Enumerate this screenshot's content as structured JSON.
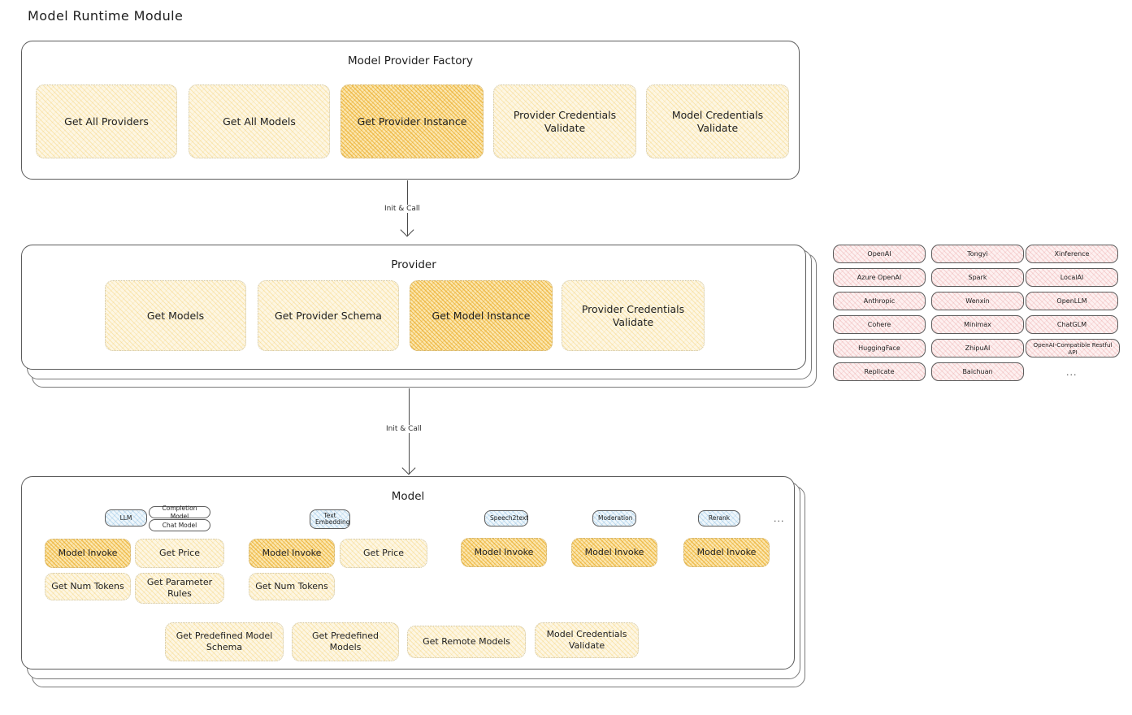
{
  "page": {
    "title": "Model Runtime Module"
  },
  "colors": {
    "amber_light": "#fdf6e3",
    "amber_dark": "#fbe6ae",
    "rose": "#fdf0f0",
    "blue": "#eef6fb",
    "stroke": "#5c5c5c",
    "text": "#1e1e1e"
  },
  "factory": {
    "title": "Model Provider Factory",
    "items": [
      {
        "label": "Get All Providers",
        "highlighted": false
      },
      {
        "label": "Get All Models",
        "highlighted": false
      },
      {
        "label": "Get Provider Instance",
        "highlighted": true
      },
      {
        "label": "Provider Credentials Validate",
        "highlighted": false
      },
      {
        "label": "Model Credentials Validate",
        "highlighted": false
      }
    ]
  },
  "arrow_factory_to_provider": {
    "label": "Init & Call"
  },
  "provider": {
    "title": "Provider",
    "items": [
      {
        "label": "Get Models",
        "highlighted": false
      },
      {
        "label": "Get Provider Schema",
        "highlighted": false
      },
      {
        "label": "Get Model Instance",
        "highlighted": true
      },
      {
        "label": "Provider Credentials Validate",
        "highlighted": false
      }
    ]
  },
  "arrow_provider_to_model": {
    "label": "Init & Call"
  },
  "provider_list": {
    "columns": [
      {
        "chips": [
          "OpenAI",
          "Azure OpenAI",
          "Anthropic",
          "Cohere",
          "HuggingFace",
          "Replicate"
        ]
      },
      {
        "chips": [
          "Tongyi",
          "Spark",
          "Wenxin",
          "Minimax",
          "ZhipuAI",
          "Baichuan"
        ]
      },
      {
        "chips": [
          "Xinference",
          "LocalAI",
          "OpenLLM",
          "ChatGLM",
          "OpenAI-Compatible Restful API"
        ]
      }
    ],
    "more": "..."
  },
  "model": {
    "title": "Model",
    "more": "...",
    "types": [
      {
        "badge": "LLM",
        "badge_style": "blue",
        "sub_badges": [
          "Completion Model",
          "Chat Model"
        ],
        "methods": [
          {
            "label": "Model Invoke",
            "highlighted": true
          },
          {
            "label": "Get Price",
            "highlighted": false
          },
          {
            "label": "Get Num Tokens",
            "highlighted": false
          },
          {
            "label": "Get Parameter Rules",
            "highlighted": false
          }
        ]
      },
      {
        "badge": "Text Embedding",
        "badge_style": "blue",
        "sub_badges": [],
        "methods": [
          {
            "label": "Model Invoke",
            "highlighted": true
          },
          {
            "label": "Get Price",
            "highlighted": false
          },
          {
            "label": "Get Num Tokens",
            "highlighted": false
          }
        ]
      },
      {
        "badge": "Speech2text",
        "badge_style": "blue",
        "sub_badges": [],
        "methods": [
          {
            "label": "Model Invoke",
            "highlighted": true
          }
        ]
      },
      {
        "badge": "Moderation",
        "badge_style": "blue",
        "sub_badges": [],
        "methods": [
          {
            "label": "Model Invoke",
            "highlighted": true
          }
        ]
      },
      {
        "badge": "Rerank",
        "badge_style": "blue",
        "sub_badges": [],
        "methods": [
          {
            "label": "Model Invoke",
            "highlighted": true
          }
        ]
      }
    ],
    "shared_methods": [
      {
        "label": "Get Predefined Model Schema"
      },
      {
        "label": "Get Predefined Models"
      },
      {
        "label": "Get Remote Models"
      },
      {
        "label": "Model Credentials Validate"
      }
    ]
  }
}
